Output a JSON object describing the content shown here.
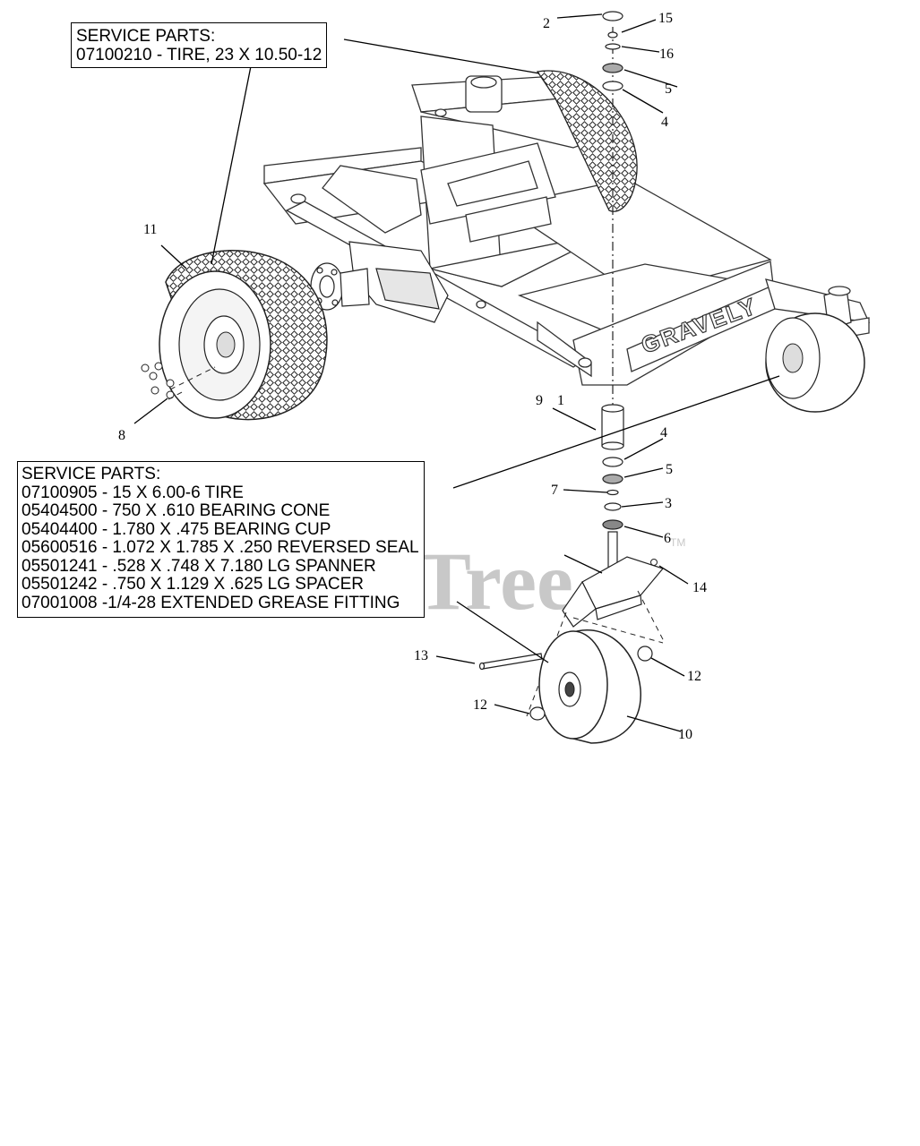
{
  "service_box_rear": {
    "title": "SERVICE PARTS:",
    "lines": [
      "07100210 - TIRE, 23 X 10.50-12"
    ]
  },
  "service_box_front": {
    "title": "SERVICE PARTS:",
    "lines": [
      "07100905 - 15 X 6.00-6 TIRE",
      "05404500 - 750 X .610 BEARING CONE",
      "05404400 - 1.780 X .475 BEARING CUP",
      "05600516 - 1.072 X 1.785 X .250 REVERSED SEAL",
      "05501241 - .528 X .748 X 7.180 LG SPANNER",
      "05501242 - .750 X 1.129 X .625 LG SPACER",
      "07001008 -1/4-28 EXTENDED GREASE FITTING"
    ]
  },
  "callouts": {
    "c1": "1",
    "c2": "2",
    "c3": "3",
    "c4a": "4",
    "c4b": "4",
    "c5a": "5",
    "c5b": "5",
    "c6": "6",
    "c7": "7",
    "c8": "8",
    "c9": "9",
    "c10": "10",
    "c11": "11",
    "c12a": "12",
    "c12b": "12",
    "c13": "13",
    "c14": "14",
    "c15": "15",
    "c16": "16"
  },
  "brand_text": "GRAVELY",
  "watermark": {
    "text": "PartsTree",
    "tm": "TM"
  }
}
